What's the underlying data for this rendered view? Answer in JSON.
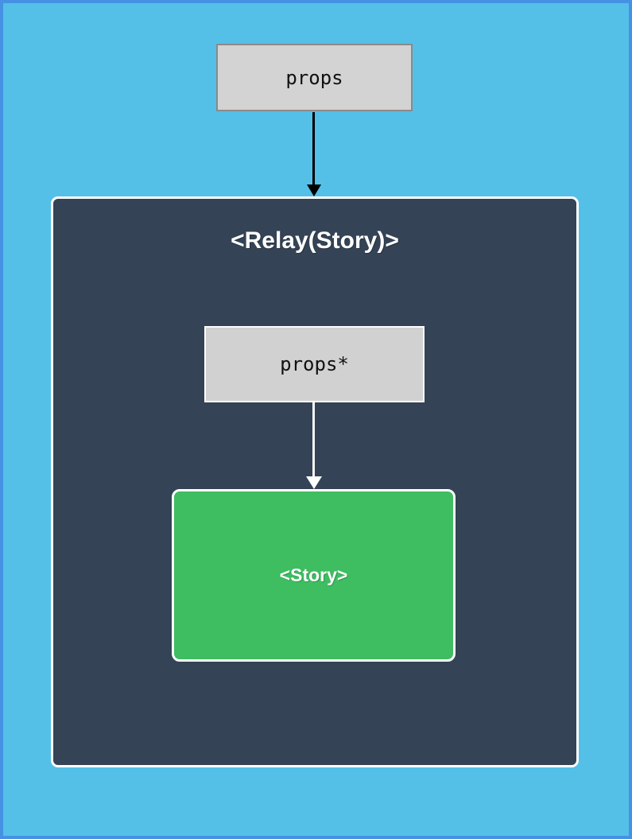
{
  "diagram": {
    "outer_props_label": "props",
    "relay_container_title": "<Relay(Story)>",
    "inner_props_label": "props*",
    "story_label": "<Story>"
  },
  "colors": {
    "page_background": "#54c0e8",
    "page_border": "#4591e4",
    "container_background": "#344355",
    "container_border": "#ffffff",
    "props_box_background": "#d3d3d3",
    "props_box_border": "#8a8a8a",
    "inner_props_box_border": "#fdfdfd",
    "story_box_background": "#3ebd61",
    "story_box_border": "#ffffff",
    "outer_arrow": "#000000",
    "inner_arrow": "#ffffff",
    "title_text": "#ffffff",
    "box_label_text": "#111111"
  }
}
